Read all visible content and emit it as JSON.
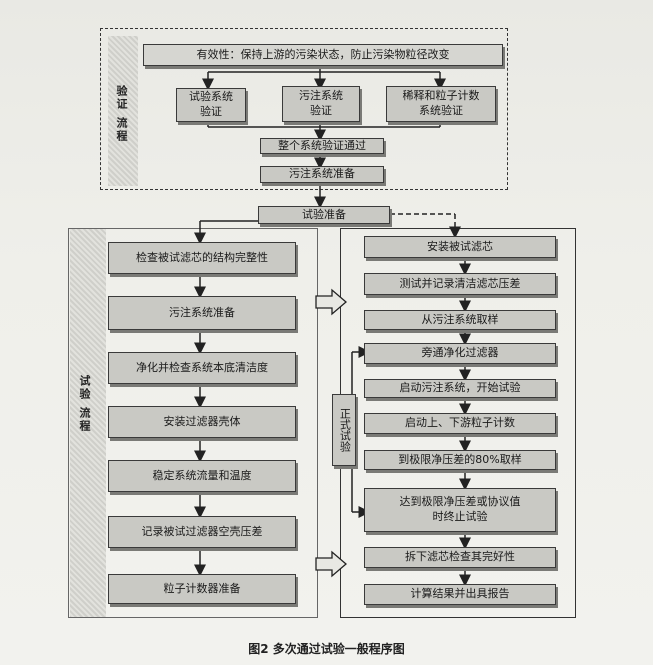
{
  "verify": {
    "label": "验证 流程",
    "top": "有效性：保持上游的污染状态，防止污染物粒径改变",
    "b1": "试验系统\n验证",
    "b2": "污注系统\n验证",
    "b3": "稀释和粒子计数\n系统验证",
    "pass": "整个系统验证通过",
    "prep": "污注系统准备"
  },
  "test_prep": "试验准备",
  "test": {
    "label": "试验 流程",
    "left": [
      "检查被试滤芯的结构完整性",
      "污注系统准备",
      "净化并检查系统本底清洁度",
      "安装过滤器壳体",
      "稳定系统流量和温度",
      "记录被试过滤器空壳压差",
      "粒子计数器准备"
    ],
    "formal_label": "正式试验",
    "right": [
      "安装被试滤芯",
      "测试并记录清洁滤芯压差",
      "从污注系统取样",
      "旁通净化过滤器",
      "启动污注系统，开始试验",
      "启动上、下游粒子计数",
      "到极限净压差的80%取样",
      "达到极限净压差或协议值\n时终止试验",
      "拆下滤芯检查其完好性",
      "计算结果并出具报告"
    ]
  },
  "caption": "图2  多次通过试验一般程序图"
}
